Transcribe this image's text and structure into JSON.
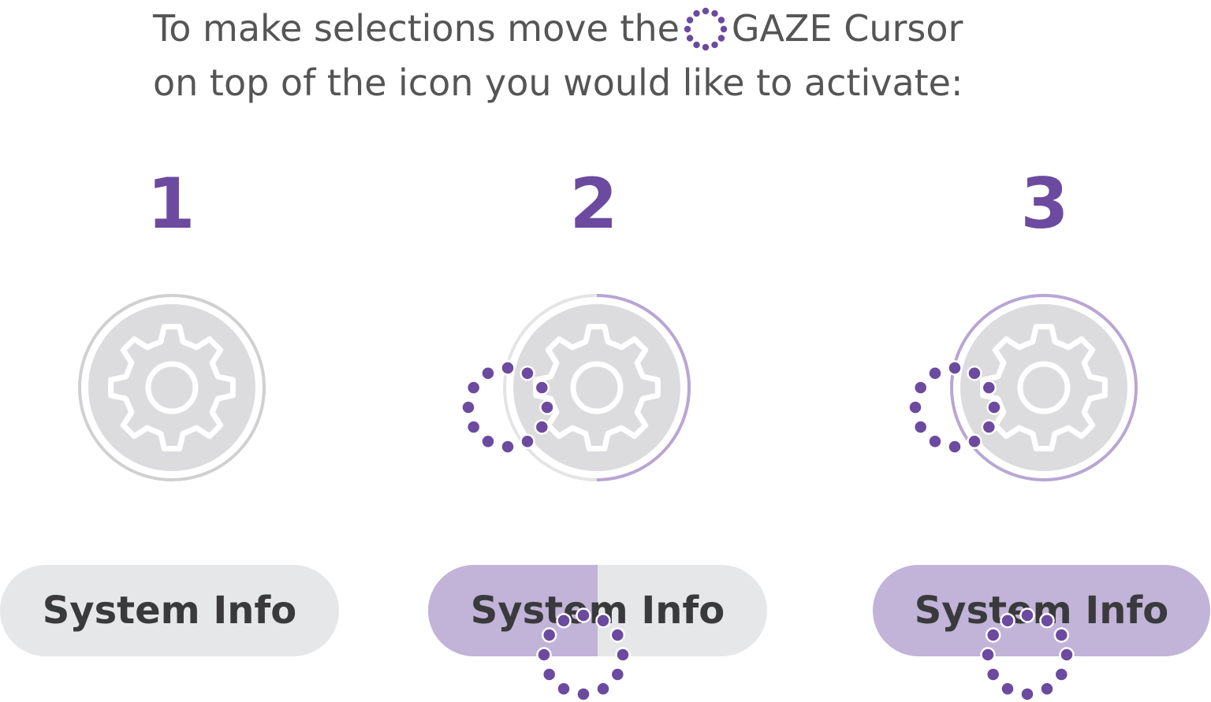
{
  "instruction": {
    "line1_before": "To make selections move the",
    "line1_after": "GAZE Cursor",
    "line2": "on top of the icon you would like to activate:"
  },
  "steps": [
    {
      "number": "1",
      "button_label": "System Info",
      "progress": 0.0
    },
    {
      "number": "2",
      "button_label": "System Info",
      "progress": 0.5
    },
    {
      "number": "3",
      "button_label": "System Info",
      "progress": 1.0
    }
  ],
  "icons": {
    "gear": "gear-icon",
    "gaze_cursor": "gaze-cursor-icon"
  },
  "colors": {
    "accent": "#6b4aa0",
    "progress_fill": "#c2b3d8",
    "ring_progress": "#b9a6d4",
    "button_bg": "#e6e7e9",
    "icon_circle": "#dcdcde",
    "text": "#555555",
    "label_text": "#3a3a3c"
  }
}
